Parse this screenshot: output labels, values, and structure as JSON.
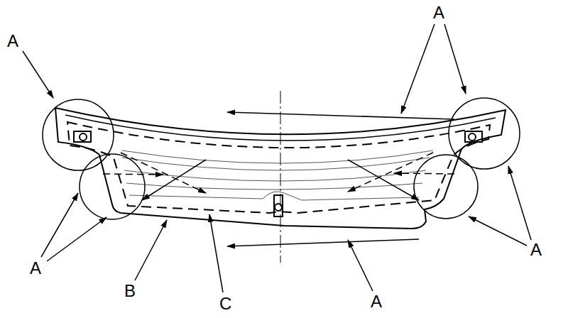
{
  "diagram": {
    "labels": [
      "A",
      "A",
      "A",
      "A",
      "B",
      "C",
      "A"
    ]
  }
}
